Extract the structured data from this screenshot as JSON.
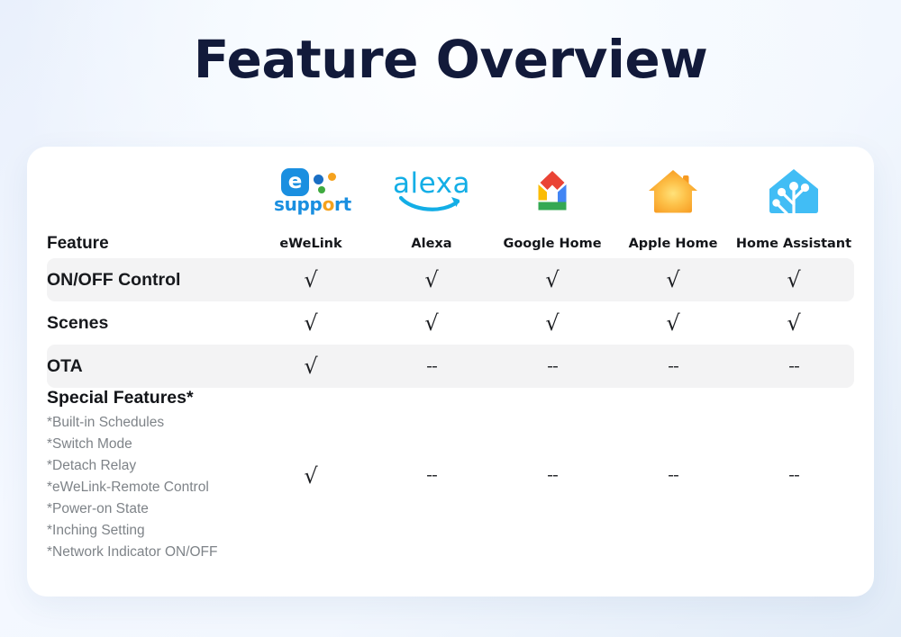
{
  "page": {
    "title": "Feature Overview",
    "title_color": "#121a3a",
    "background_colors": [
      "#e9f0fc",
      "#f7fbff",
      "#e2ecf8"
    ]
  },
  "table": {
    "feature_header": "Feature",
    "columns": [
      {
        "key": "ewelink",
        "label": "eWeLink",
        "logo": "ewelink-logo",
        "logo_colors": [
          "#1a8fe0",
          "#f5a21e",
          "#3faa3f"
        ]
      },
      {
        "key": "alexa",
        "label": "Alexa",
        "logo": "alexa-logo",
        "logo_colors": [
          "#13aee6"
        ]
      },
      {
        "key": "google_home",
        "label": "Google Home",
        "logo": "google-home-logo",
        "logo_colors": [
          "#ea4335",
          "#4285f4",
          "#fbbc04",
          "#34a853"
        ]
      },
      {
        "key": "apple_home",
        "label": "Apple Home",
        "logo": "apple-home-logo",
        "logo_colors": [
          "#f79a1f",
          "#fdd14f"
        ]
      },
      {
        "key": "home_assistant",
        "label": "Home Assistant",
        "logo": "home-assistant-logo",
        "logo_colors": [
          "#41bdf5",
          "#ffffff"
        ]
      }
    ],
    "logo_wordmarks": {
      "ewelink_support": "support",
      "alexa_word": "alexa"
    },
    "check_symbol": "√",
    "dash_symbol": "--",
    "rows": [
      {
        "label": "ON/OFF Control",
        "striped": true,
        "values": [
          "√",
          "√",
          "√",
          "√",
          "√"
        ]
      },
      {
        "label": "Scenes",
        "striped": false,
        "values": [
          "√",
          "√",
          "√",
          "√",
          "√"
        ]
      },
      {
        "label": "OTA",
        "striped": true,
        "values": [
          "√",
          "--",
          "--",
          "--",
          "--"
        ]
      }
    ],
    "special_row": {
      "title": "Special Features*",
      "items": [
        "*Built-in Schedules",
        "*Switch Mode",
        "*Detach Relay",
        "*eWeLink-Remote Control",
        "*Power-on State",
        "*Inching Setting",
        "*Network Indicator ON/OFF"
      ],
      "values": [
        "√",
        "--",
        "--",
        "--",
        "--"
      ]
    }
  }
}
